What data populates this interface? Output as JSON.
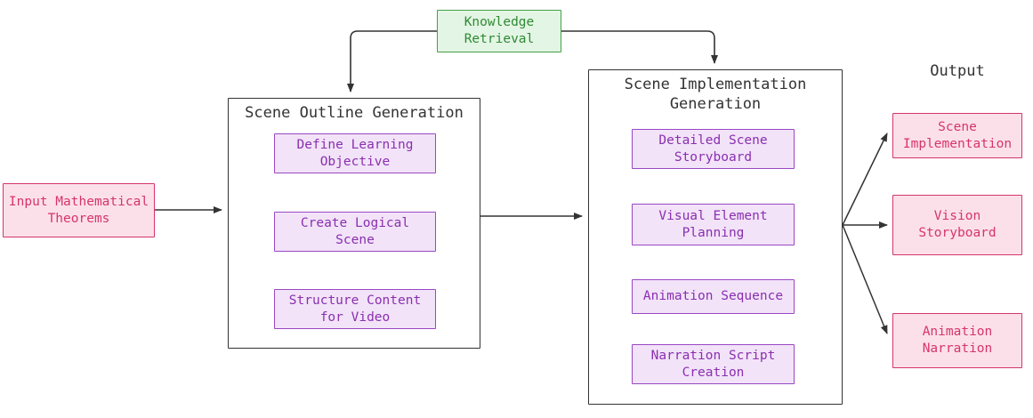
{
  "diagram": {
    "type": "flowchart",
    "orientation": "left-to-right",
    "background": "#ffffff",
    "palette": {
      "purple_fill": "#f2e3f8",
      "purple_border": "#9a47c4",
      "purple_text": "#8a2fb0",
      "pink_fill": "#fce0e9",
      "pink_border": "#d5356c",
      "pink_text": "#d5356c",
      "green_fill": "#e3f5e4",
      "green_border": "#45a048",
      "green_text": "#2f8a34",
      "edge_color": "#333333",
      "cluster_border": "#333333"
    }
  },
  "input": {
    "label": "Input Mathematical\nTheorems"
  },
  "knowledge": {
    "label": "Knowledge\nRetrieval"
  },
  "outline_cluster": {
    "title": "Scene Outline Generation",
    "steps": [
      {
        "label": "Define Learning\nObjective"
      },
      {
        "label": "Create Logical\nScene"
      },
      {
        "label": "Structure Content\nfor Video"
      }
    ]
  },
  "implementation_cluster": {
    "title": "Scene Implementation\nGeneration",
    "steps": [
      {
        "label": "Detailed Scene\nStoryboard"
      },
      {
        "label": "Visual Element\nPlanning"
      },
      {
        "label": "Animation Sequence"
      },
      {
        "label": "Narration Script\nCreation"
      }
    ]
  },
  "output": {
    "heading": "Output",
    "items": [
      {
        "label": "Scene\nImplementation"
      },
      {
        "label": "Vision\nStoryboard"
      },
      {
        "label": "Animation\nNarration"
      }
    ]
  }
}
